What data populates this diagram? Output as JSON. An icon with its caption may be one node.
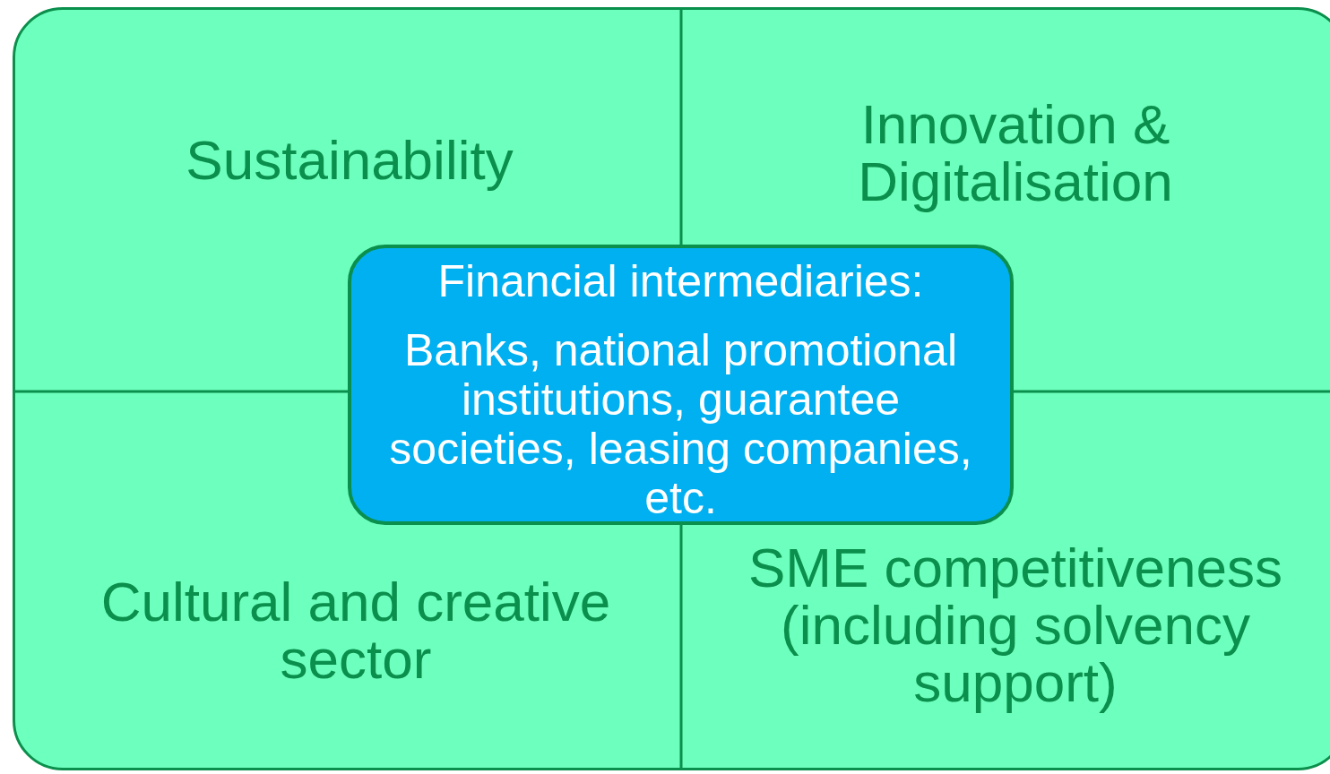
{
  "diagram": {
    "nodes": [
      {
        "text": [],
        "shape": "box"
      },
      {
        "text": [
          "Sustainability"
        ],
        "in": 0
      },
      {
        "text": [
          "Innovation & Digitalisation"
        ],
        "in": 0
      },
      {
        "text": [
          "Cultural and creative sector"
        ],
        "in": 0
      },
      {
        "text": [
          "SME competitiveness (including solvency support)"
        ],
        "in": 0
      },
      {
        "text": [
          "Financial intermediaries:",
          "Banks, national promotional institutions, guarantee societies, leasing companies, etc."
        ],
        "in": 0
      }
    ]
  }
}
